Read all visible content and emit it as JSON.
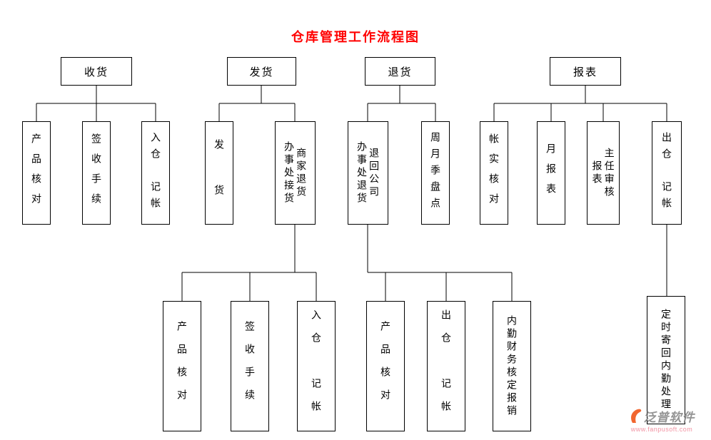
{
  "title": "仓库管理工作流程图",
  "colors": {
    "title_color": "#ff0000",
    "line_color": "#000000",
    "box_border": "#000000",
    "brand_orange": "#f05a1e",
    "brand_gray": "#8c8c8c",
    "url_pink": "#f08a9b"
  },
  "nodes": {
    "receive": "收货",
    "ship": "发货",
    "ret": "退货",
    "report": "报表",
    "receive_check": "产品核对",
    "receive_sign": "签收手续",
    "receive_inbook": "入仓　记帐",
    "ship_dispatch": "发　货",
    "ship_office": {
      "c1": "办事处接货",
      "c2": "商家退货"
    },
    "ret_office": {
      "c1": "办事处退货",
      "c2": "退回公司"
    },
    "ret_stock": "周月季盘点",
    "report_verify": "帐实核对",
    "report_monthly": "月报表",
    "report_review": {
      "c1": "报表",
      "c2": "主任审核"
    },
    "report_outbook": "出仓　记帐",
    "ship_sub_check": "产品核对",
    "ship_sub_sign": "签收手续",
    "ship_sub_inbook": "入仓　记帐",
    "ret_sub_check": "产品核对",
    "ret_sub_outbook": "出仓　记帐",
    "ret_sub_finance": "内勤财务核定报销",
    "report_sub_mail": "定时寄回内勤处理"
  },
  "hierarchy": [
    {
      "parent": "收货",
      "children": [
        "产品核对",
        "签收手续",
        "入仓记帐"
      ]
    },
    {
      "parent": "发货",
      "children": [
        "发货",
        "办事处接货 商家退货"
      ]
    },
    {
      "parent": "办事处接货 商家退货",
      "children": [
        "产品核对",
        "签收手续",
        "入仓记帐"
      ]
    },
    {
      "parent": "退货",
      "children": [
        "办事处退货 退回公司",
        "周月季盘点"
      ]
    },
    {
      "parent": "办事处退货 退回公司",
      "children": [
        "产品核对",
        "出仓记帐",
        "内勤财务核定报销"
      ]
    },
    {
      "parent": "报表",
      "children": [
        "帐实核对",
        "月报表",
        "报表主任审核",
        "出仓记帐"
      ]
    },
    {
      "parent": "出仓记帐",
      "children": [
        "定时寄回内勤处理"
      ]
    }
  ],
  "watermark": {
    "brand": "泛普软件",
    "url": "www.fanpusoft.com"
  }
}
